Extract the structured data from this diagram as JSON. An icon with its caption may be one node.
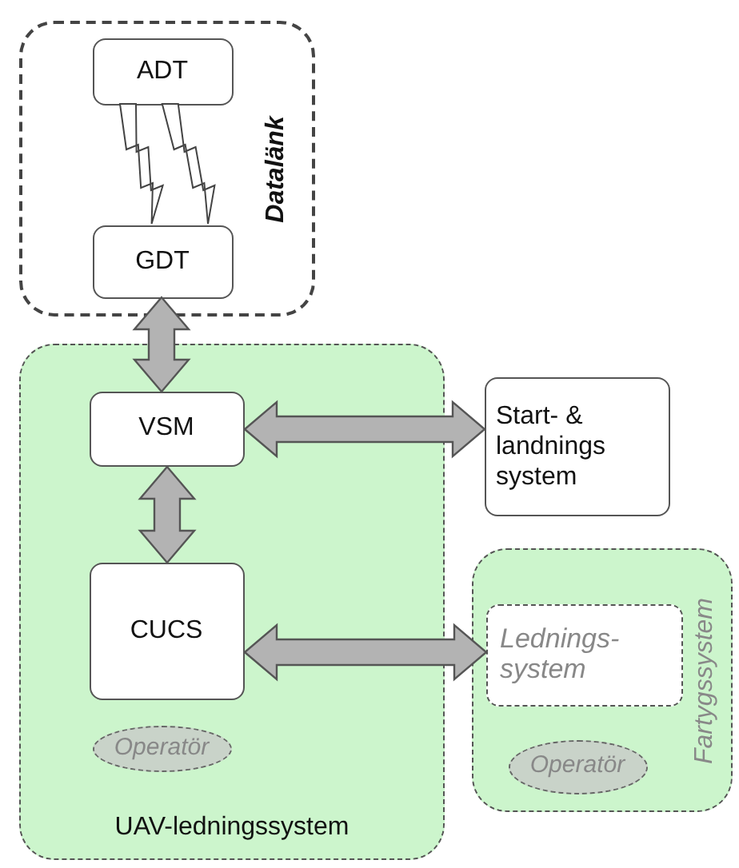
{
  "diagram": {
    "nodes": [
      {
        "text": [
          "Datalänk"
        ]
      },
      {
        "text": [
          "ADT"
        ],
        "in": 0
      },
      {
        "text": [
          "GDT"
        ],
        "in": 0
      },
      {
        "text": [
          "UAV-ledningssystem"
        ]
      },
      {
        "text": [
          "VSM"
        ],
        "in": 3
      },
      {
        "text": [
          "CUCS"
        ],
        "in": 3
      },
      {
        "text": [
          "Operatör"
        ],
        "in": 3
      },
      {
        "text": [
          "Start- & landnings system"
        ]
      },
      {
        "text": [
          "Fartygssystem"
        ]
      },
      {
        "text": [
          "Lednings- system"
        ],
        "in": 8
      },
      {
        "text": [
          "Operatör"
        ],
        "in": 8
      }
    ],
    "edges": [
      {
        "from": 1,
        "to": 2,
        "arrow": "none"
      },
      {
        "from": 1,
        "to": 2,
        "arrow": "none"
      },
      {
        "from": 2,
        "to": 4,
        "arrow": "both"
      },
      {
        "from": 4,
        "to": 7,
        "arrow": "both"
      },
      {
        "from": 4,
        "to": 5,
        "arrow": "both"
      },
      {
        "from": 5,
        "to": 9,
        "arrow": "both"
      }
    ]
  }
}
